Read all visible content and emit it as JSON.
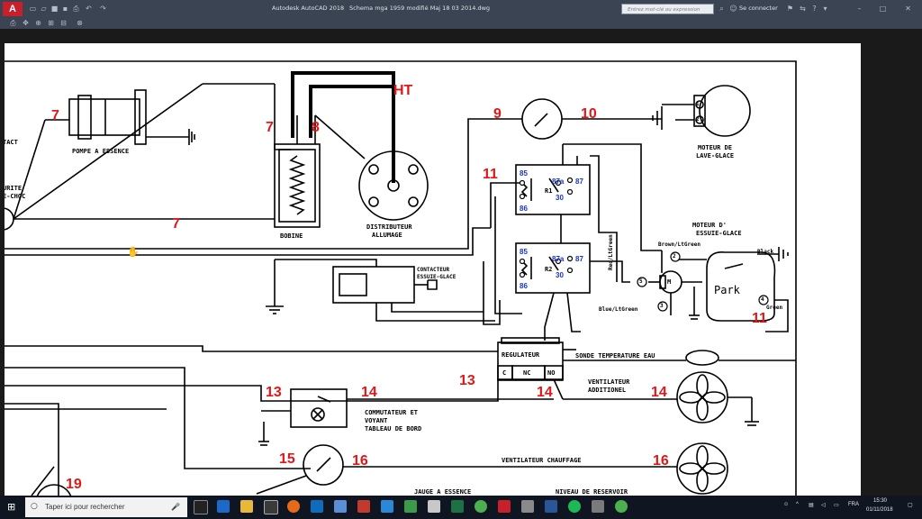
{
  "app": {
    "logo": "A",
    "app_name": "Autodesk AutoCAD 2018",
    "file_name": "Schema mga 1959 modifié Maj  18 03 2014.dwg",
    "search_placeholder": "Entrez mot-clé ou expression",
    "sign_in": "Se connecter"
  },
  "diagram": {
    "labels": {
      "tact": "TACT",
      "urite": "URITE",
      "chic": "E-CHOC",
      "pompe": "POMPE A ESSENCE",
      "bobine": "BOBINE",
      "distrib1": "DISTRIBUTEUR",
      "distrib2": "ALLUMAGE",
      "moteur_lave1": "MOTEUR DE",
      "moteur_lave2": "LAVE-GLACE",
      "moteur_ess1": "MOTEUR D'",
      "moteur_ess2": "ESSUIE-GLACE",
      "contacteur1": "CONTACTEUR",
      "contacteur2": "ESSUIE-GLACE",
      "regulateur": "REGULATEUR",
      "reg_c": "C",
      "reg_nc": "NC",
      "reg_no": "NO",
      "sonde": "SONDE TEMPERATURE EAU",
      "ventil1": "VENTILATEUR",
      "ventil2": "ADDITIONEL",
      "commut1": "COMMUTATEUR ET",
      "commut2": "VOYANT",
      "commut3": "TABLEAU DE BORD",
      "ventil_chauff": "VENTILATEUR CHAUFFAGE",
      "jauge": "JAUGE A ESSENCE",
      "niveau": "NIVEAU DE RESERVOIR",
      "park": "Park",
      "brown": "Brown/LtGreen",
      "red": "Red/LtGreen",
      "blue": "Blue/LtGreen",
      "black": "Black",
      "green": "Green",
      "ht": "HT",
      "r1": "R1",
      "r2": "R2",
      "p85": "85",
      "p86": "86",
      "p87a": "87a",
      "p87": "87",
      "p30": "30",
      "c1": "1",
      "c2": "2",
      "c3": "3",
      "c4": "4",
      "c5": "5",
      "m": "M"
    },
    "numbers": {
      "n7a": "7",
      "n7b": "7",
      "n7c": "7",
      "n8": "8",
      "n9": "9",
      "n10": "10",
      "n11a": "11",
      "n11b": "11",
      "n13a": "13",
      "n13b": "13",
      "n14a": "14",
      "n14b": "14",
      "n14c": "14",
      "n15": "15",
      "n16a": "16",
      "n16b": "16",
      "n19": "19"
    }
  },
  "taskbar": {
    "search_placeholder": "Taper ici pour rechercher",
    "language": "FRA",
    "time": "15:30",
    "date": "01/11/2018"
  },
  "colors": {
    "accent_red": "#e01818",
    "pin_blue": "#1a34c8",
    "title_bar": "#3b4453",
    "taskbar": "#101621"
  }
}
